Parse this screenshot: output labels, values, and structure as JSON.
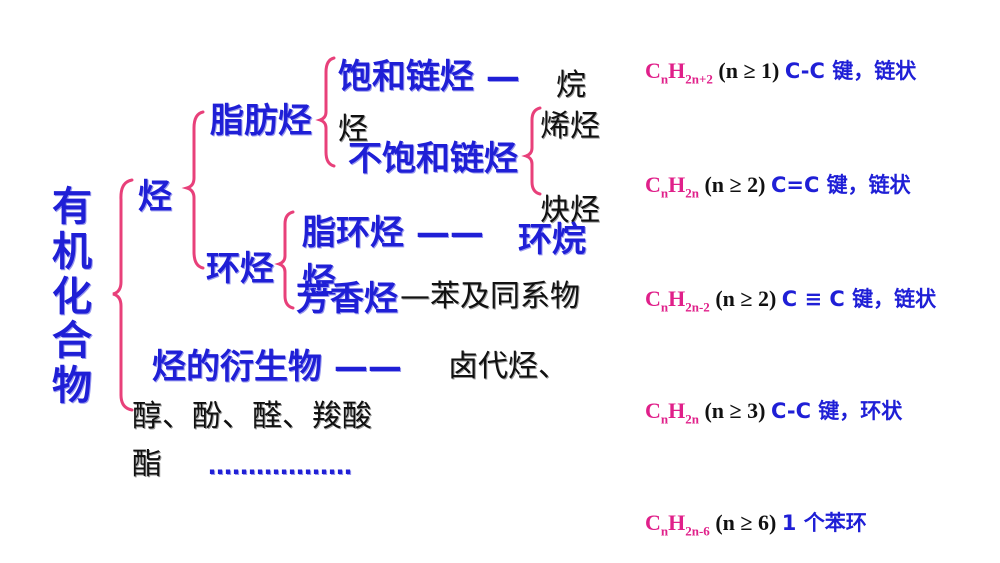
{
  "colors": {
    "blue": "#1f1fd6",
    "black": "#111111",
    "magenta": "#e0208a",
    "brace": "#e8407a"
  },
  "tree": {
    "root": "有机化合物",
    "hydrocarbon": "烃",
    "aliphatic": "脂肪烃",
    "saturated": "饱和链烃 —",
    "alkane": "烷烃",
    "unsaturated": "不饱和链烃",
    "alkene": "烯烃",
    "alkyne": "炔烃",
    "cyclic": "环烃",
    "alicyclic": "脂环烃 ——",
    "cycloalkane": "环烷烃",
    "aromatic": "芳香烃",
    "benzene": "—苯及同系物",
    "derivative": "烃的衍生物 ——",
    "derivative_list_1": "卤代烃、",
    "derivative_list_2": "醇、酚、醛、羧酸",
    "derivative_list_3": "酯",
    "ellipsis": "………………"
  },
  "formulas": [
    {
      "n_sub": "n",
      "h_sub": "2n+2",
      "cond": "(n ≥ 1)",
      "desc": "C-C 键，链状"
    },
    {
      "n_sub": "n",
      "h_sub": "2n",
      "cond": "(n ≥ 2)",
      "desc": "C=C 键，链状"
    },
    {
      "n_sub": "n",
      "h_sub": "2n-2",
      "cond": "(n ≥ 2)",
      "desc": "C ≡ C 键，链状"
    },
    {
      "n_sub": "n",
      "h_sub": "2n",
      "cond": "(n ≥ 3)",
      "desc": "C-C 键，环状"
    },
    {
      "n_sub": "n",
      "h_sub": "2n-6",
      "cond": "(n ≥ 6)",
      "desc": "1 个苯环"
    }
  ]
}
